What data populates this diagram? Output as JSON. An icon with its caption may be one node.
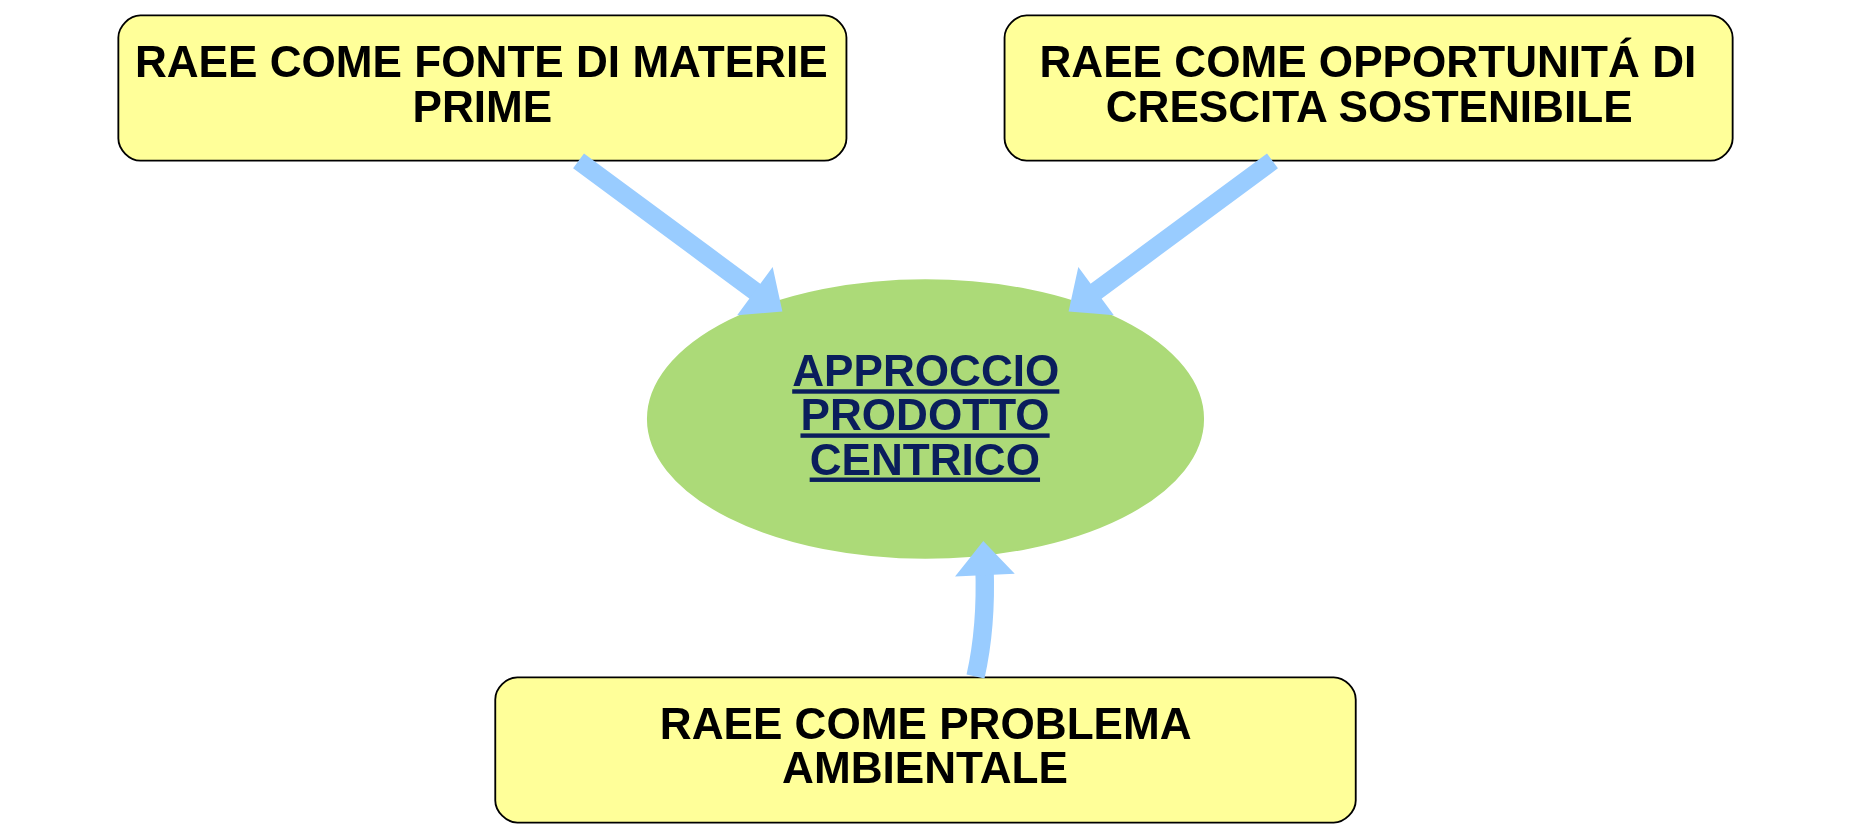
{
  "diagram": {
    "nodes": [
      {
        "text": [
          "RAEE COME FONTE DI MATERIE PRIME"
        ]
      },
      {
        "text": [
          "RAEE COME OPPORTUNITÁ DI CRESCITA SOSTENIBILE"
        ]
      },
      {
        "text": [
          "APPROCCIO PRODOTTO CENTRICO"
        ]
      },
      {
        "text": [
          "RAEE COME PROBLEMA AMBIENTALE"
        ]
      }
    ],
    "edges": [
      {
        "from": 0,
        "to": 2,
        "arrow": "to"
      },
      {
        "from": 1,
        "to": 2,
        "arrow": "to"
      },
      {
        "from": 3,
        "to": 2,
        "arrow": "to"
      }
    ]
  }
}
